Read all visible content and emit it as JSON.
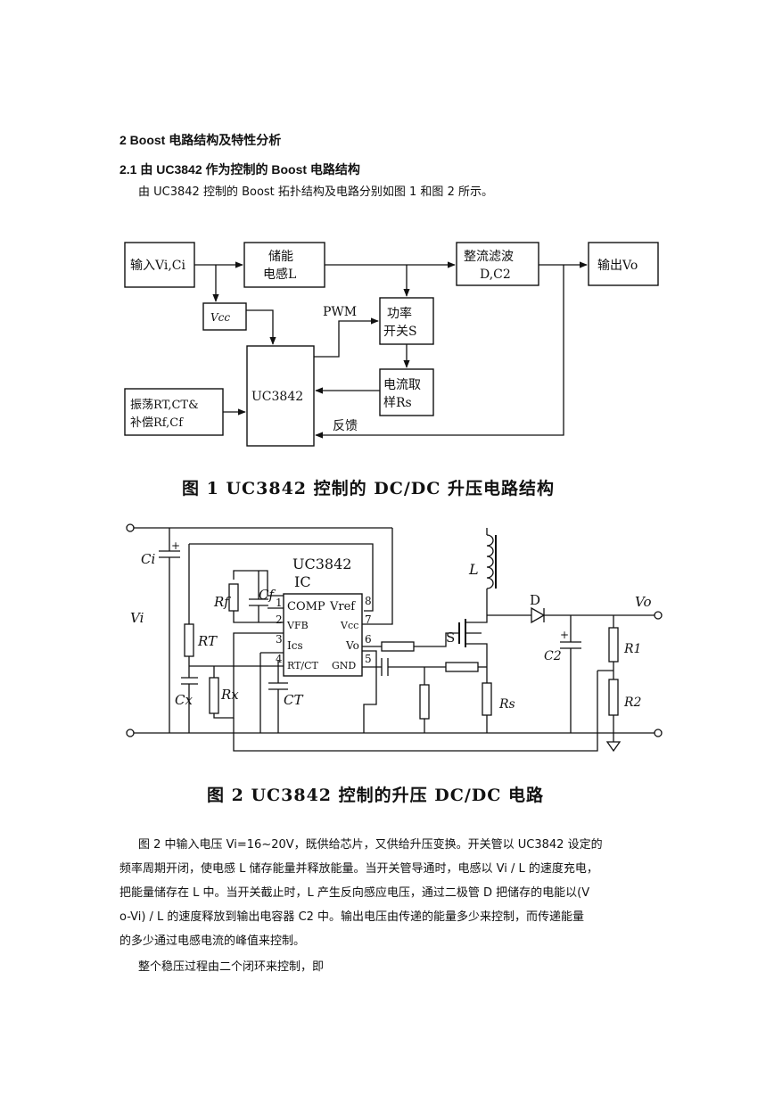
{
  "section": {
    "heading": "2 Boost 电路结构及特性分析",
    "subheading": "2.1 由 UC3842 作为控制的 Boost 电路结构",
    "intro": "由 UC3842 控制的 Boost 拓扑结构及电路分别如图 1 和图 2 所示。"
  },
  "figure1": {
    "caption": "图 1    UC3842 控制的 DC/DC 升压电路结构",
    "blocks": {
      "input": "输入Vi,Ci",
      "inductor_line1": "储能",
      "inductor_line2": "电感L",
      "rectifier_line1": "整流滤波",
      "rectifier_line2": "D,C2",
      "output": "输出Vo",
      "vcc": "Vcc",
      "switch_line1": "功率",
      "switch_line2": "开关S",
      "ic": "UC3842",
      "sense_line1": "电流取",
      "sense_line2": "样Rs",
      "osc_line1": "振荡RT,CT&",
      "osc_line2": "补偿Rf,Cf"
    },
    "labels": {
      "pwm": "PWM",
      "feedback": "反馈"
    }
  },
  "figure2": {
    "caption": "图 2    UC3842 控制的升压 DC/DC 电路",
    "chip_name": "UC3842",
    "chip_ic": "IC",
    "pins": {
      "p1": "COMP",
      "p8": "Vref",
      "p2": "VFB",
      "p7": "Vcc",
      "p3": "Ics",
      "p6": "Vo",
      "p4": "RT/CT",
      "p5": "GND",
      "n1": "1",
      "n2": "2",
      "n3": "3",
      "n4": "4",
      "n5": "5",
      "n6": "6",
      "n7": "7",
      "n8": "8"
    },
    "components": {
      "ci": "Ci",
      "vi": "Vi",
      "rf": "Rf",
      "cf": "Cf",
      "rt": "RT",
      "cx": "Cx",
      "rx": "Rx",
      "ct": "CT",
      "l": "L",
      "s": "S",
      "rs": "Rs",
      "d": "D",
      "vo": "Vo",
      "c2": "C2",
      "r1": "R1",
      "r2": "R2",
      "plus": "+"
    }
  },
  "body_text": {
    "line1": "图 2 中输入电压 Vi=16~20V，既供给芯片，又供给升压变换。开关管以 UC3842 设定的",
    "line2": "频率周期开闭，使电感 L 储存能量并释放能量。当开关管导通时，电感以 Vi / L 的速度充电，",
    "line3": "把能量储存在 L 中。当开关截止时，L 产生反向感应电压，通过二极管 D 把储存的电能以(V",
    "line4": "o-Vi) / L 的速度释放到输出电容器 C2 中。输出电压由传递的能量多少来控制，而传递能量",
    "line5": "的多少通过电感电流的峰值来控制。",
    "line6": "整个稳压过程由二个闭环来控制，即"
  }
}
